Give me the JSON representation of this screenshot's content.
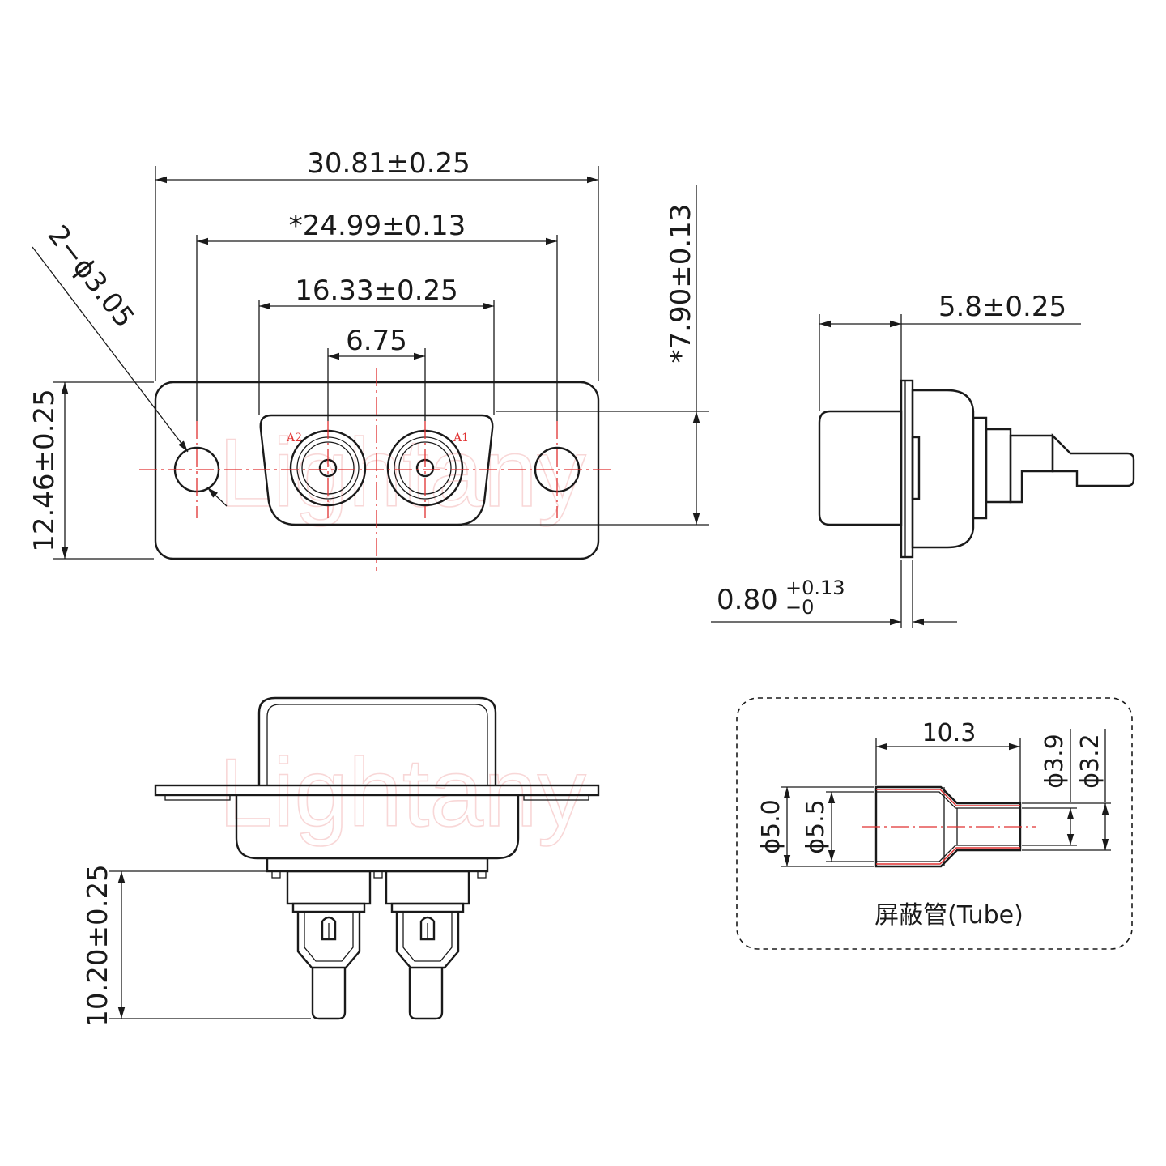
{
  "watermark": "Lightany",
  "front_view": {
    "overall_width": "30.81±0.25",
    "hole_spacing": "*24.99±0.13",
    "shell_width": "16.33±0.25",
    "pin_pitch": "6.75",
    "hole_callout": "2−ϕ3.05",
    "flange_height": "12.46±0.25",
    "shell_height": "*7.90±0.13",
    "pin_labels": [
      "A2",
      "A1"
    ]
  },
  "side_view": {
    "depth": "5.8±0.25",
    "flange_thickness_nominal": "0.80",
    "flange_thickness_upper": "+0.13",
    "flange_thickness_lower": "−0"
  },
  "bottom_view": {
    "pin_length": "10.20±0.25"
  },
  "tube_detail": {
    "title": "屏蔽管(Tube)",
    "length": "10.3",
    "dia_outer_large": "ϕ5.5",
    "dia_inner_large": "ϕ5.0",
    "dia_outer_small": "ϕ3.9",
    "dia_inner_small": "ϕ3.2"
  }
}
